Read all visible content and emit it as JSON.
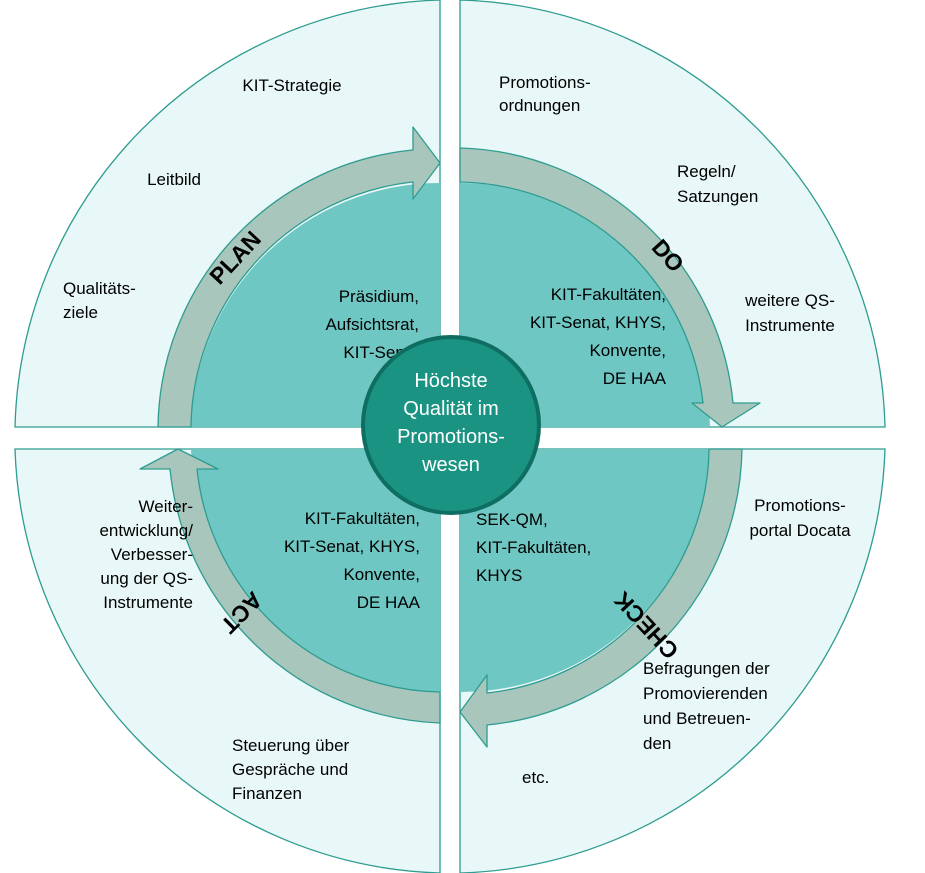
{
  "colors": {
    "outer_fill": "#e8f7f7",
    "outline": "#2e9c90",
    "inner_fill": "#6fc7c3",
    "arrow_fill": "#a9c6bd",
    "center_fill": "#1a9382",
    "center_stroke": "#0e6e61",
    "center_text": "#ffffff"
  },
  "center": {
    "lines": [
      "Höchste",
      "Qualität im",
      "Promotions-",
      "wesen"
    ]
  },
  "phases": {
    "plan": "PLAN",
    "do": "DO",
    "check": "CHECK",
    "act": "ACT"
  },
  "outer": {
    "plan": {
      "strategie": [
        "KIT-Strategie"
      ],
      "leitbild": [
        "Leitbild"
      ],
      "ziele": [
        "Qualitäts-",
        "ziele"
      ]
    },
    "do": {
      "ordnungen": [
        "Promotions-",
        "ordnungen"
      ],
      "regeln": [
        "Regeln/",
        "Satzungen"
      ],
      "instrumente": [
        "weitere QS-",
        "Instrumente"
      ]
    },
    "check": {
      "portal": [
        "Promotions-",
        "portal Docata"
      ],
      "befragungen": [
        "Befragungen der",
        "Promovierenden",
        "und Betreuen-",
        "den"
      ],
      "etc": [
        "etc."
      ]
    },
    "act": {
      "weiterentwicklung": [
        "Weiter-",
        "entwicklung/",
        "Verbesser-",
        "ung der QS-",
        "Instrumente"
      ],
      "steuerung": [
        "Steuerung über",
        "Gespräche und",
        "Finanzen"
      ]
    }
  },
  "inner": {
    "plan": [
      "Präsidium,",
      "Aufsichtsrat,",
      "KIT-Senat"
    ],
    "do": [
      "KIT-Fakultäten,",
      "KIT-Senat, KHYS,",
      "Konvente,",
      "DE HAA"
    ],
    "check": [
      "SEK-QM,",
      "KIT-Fakultäten,",
      "KHYS"
    ],
    "act": [
      "KIT-Fakultäten,",
      "KIT-Senat, KHYS,",
      "Konvente,",
      "DE HAA"
    ]
  }
}
